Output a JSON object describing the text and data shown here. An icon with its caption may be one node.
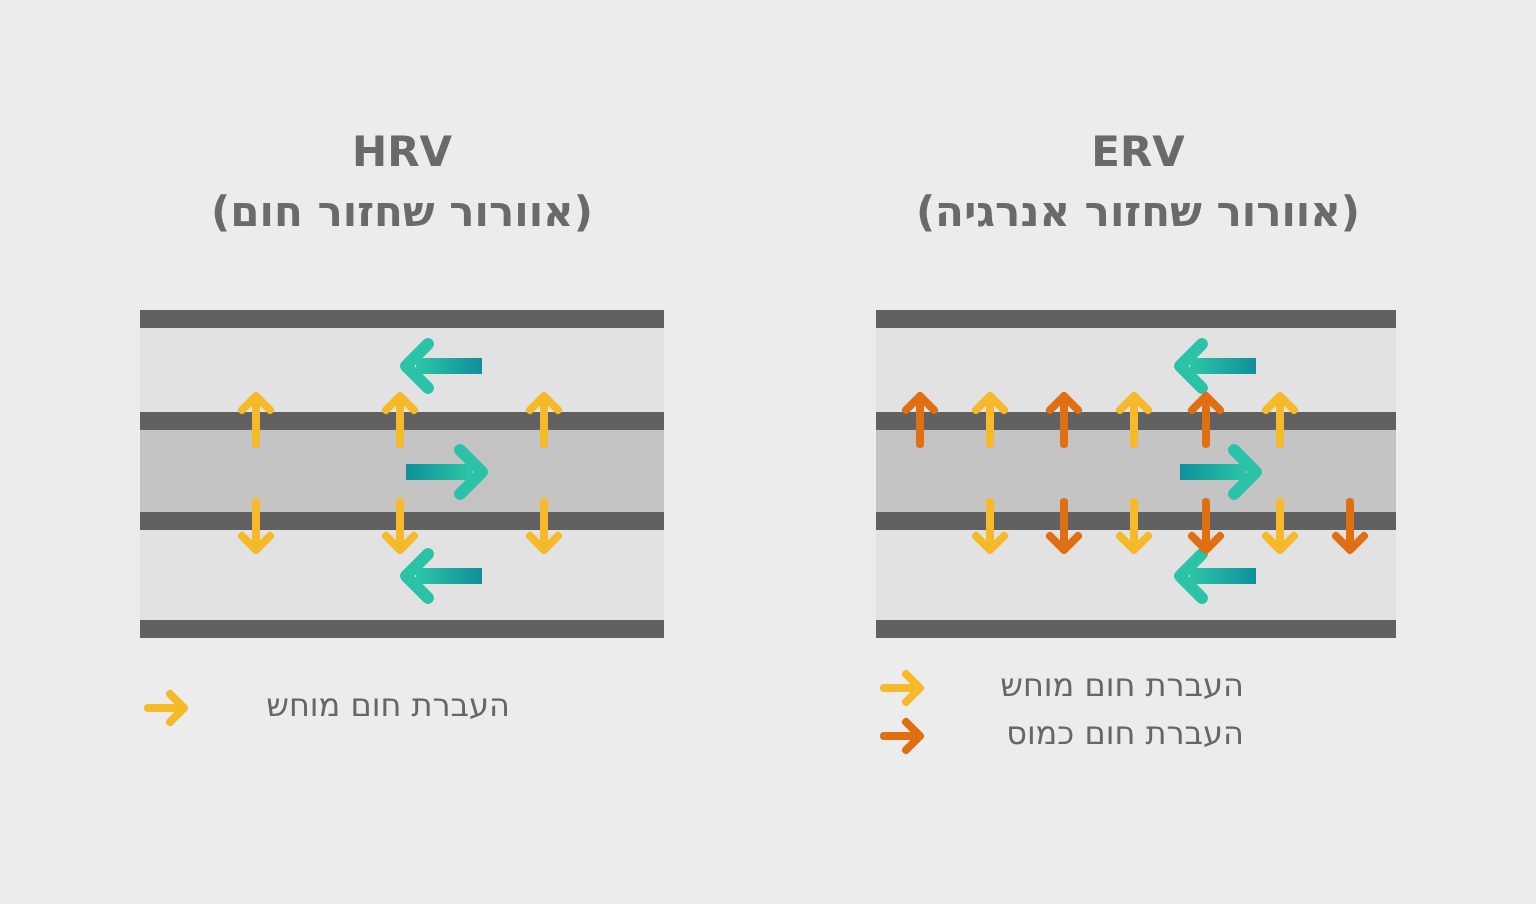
{
  "diagram": {
    "labels": [
      "HRV",
      "(אוורור שחזור חום)",
      "ERV",
      "(אוורור שחזור אנרגיה)"
    ],
    "legend": [
      {
        "text": "העברת חום מוחש",
        "color": "#f6b928"
      },
      {
        "text": "העברת חום מוחש",
        "color": "#f6b928"
      },
      {
        "text": "העברת חום כמוס",
        "color": "#e06f12"
      }
    ]
  }
}
